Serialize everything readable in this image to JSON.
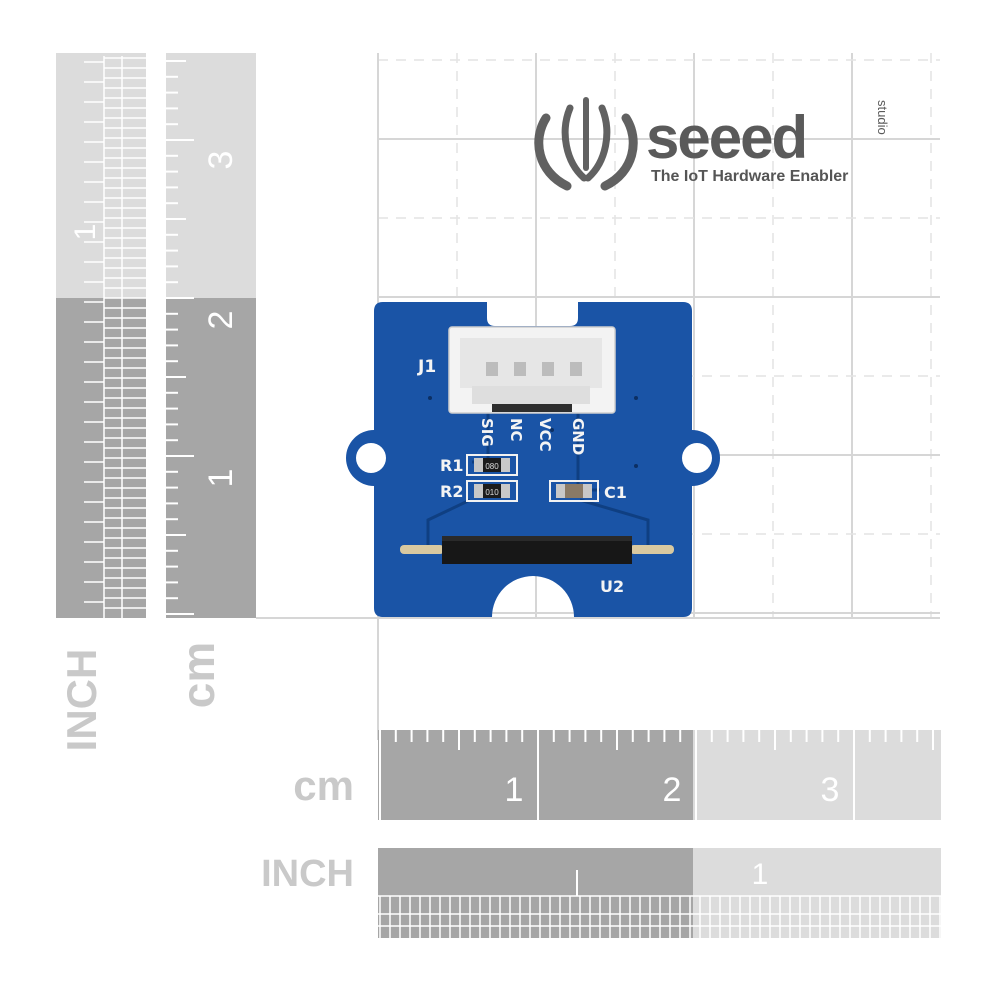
{
  "brand": {
    "name": "seeed",
    "suffix": "studio",
    "tagline": "The IoT Hardware Enabler",
    "color": "#5a5a5a"
  },
  "rulers": {
    "left_inch_label": "INCH",
    "left_cm_label": "cm",
    "left_cm_numbers": [
      "3",
      "2",
      "1"
    ],
    "left_inch_numbers": [
      "1"
    ],
    "bottom_cm_label": "cm",
    "bottom_cm_numbers": [
      "1",
      "2",
      "3"
    ],
    "bottom_inch_label": "INCH",
    "bottom_inch_numbers": [
      "1"
    ],
    "dark_fill": "#a6a6a6",
    "light_fill": "#dcdcdc"
  },
  "board": {
    "pcb_color": "#1a54a6",
    "connector_label": "J1",
    "pin_labels": [
      "SIG",
      "NC",
      "VCC",
      "GND"
    ],
    "resistors": [
      "R1",
      "R2"
    ],
    "resistor_markings": [
      "080",
      "010"
    ],
    "capacitor": "C1",
    "reed_switch": "U2"
  }
}
